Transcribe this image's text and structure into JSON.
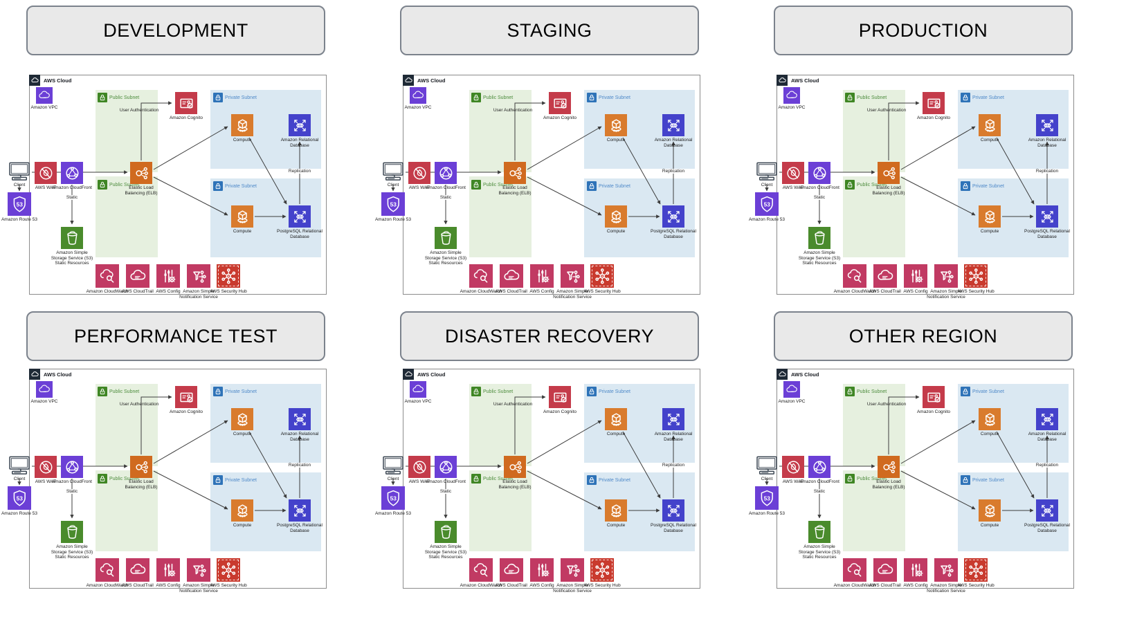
{
  "environments": [
    {
      "title": "DEVELOPMENT"
    },
    {
      "title": "STAGING"
    },
    {
      "title": "PRODUCTION"
    },
    {
      "title": "PERFORMANCE TEST"
    },
    {
      "title": "DISASTER RECOVERY"
    },
    {
      "title": "OTHER REGION"
    }
  ],
  "diagram": {
    "cloud": {
      "label": "AWS Cloud"
    },
    "vpc": {
      "label": "Amazon VPC"
    },
    "client": {
      "label": "Client"
    },
    "route53": {
      "label": "Amazon Route 53",
      "badge": "53"
    },
    "waf": {
      "label": "AWS WAF"
    },
    "cloudfront": {
      "label": "Amazon CloudFront"
    },
    "s3": {
      "line1": "Amazon Simple",
      "line2": "Storage Service (S3)",
      "line3": "Static Resources"
    },
    "subnets": {
      "public": "Public Subnet",
      "private": "Private Subnet"
    },
    "elb": {
      "line1": "Elastic Load",
      "line2": "Balancing (ELB)"
    },
    "cognito": {
      "label": "Amazon Cognito"
    },
    "compute": {
      "label": "Compute"
    },
    "rds": {
      "line1": "Amazon Relational",
      "line2": "Database"
    },
    "postgres": {
      "line1": "PostgreSQL Relational",
      "line2": "Database"
    },
    "edges": {
      "static": "Static",
      "user_auth": "User Authentication",
      "replication": "Replication"
    },
    "monitoring": {
      "cloudwatch": "Amazon CloudWatch",
      "cloudtrail": "AWS CloudTrail",
      "config": "AWS Config",
      "sns_line1": "Amazon Simple",
      "sns_line2": "Notification Service",
      "securityhub": "AWS Security Hub"
    }
  },
  "colors": {
    "dark": "#1F2A36",
    "purple": "#6B3FD6",
    "red": "#C43B4A",
    "orange_elb": "#D06A1F",
    "orange_compute": "#D97B2D",
    "green_s3": "#4A8B2C",
    "blue_db": "#4442CB",
    "pink": "#C13A63",
    "sechub_red": "#C93A2E",
    "subnet_green_fill": "#E6F0DF",
    "subnet_green": "#3F8624",
    "subnet_green_text": "#4C8C3C",
    "subnet_blue_fill": "#DAE8F2",
    "subnet_blue": "#2E73B8",
    "subnet_blue_text": "#4E89C8",
    "title_bg": "#E9E9E9",
    "title_border": "#7B828C",
    "box_border": "#8B8B8B",
    "line": "#3C3C3C",
    "label": "#1A1A1A",
    "client_stroke": "#3B4652"
  }
}
